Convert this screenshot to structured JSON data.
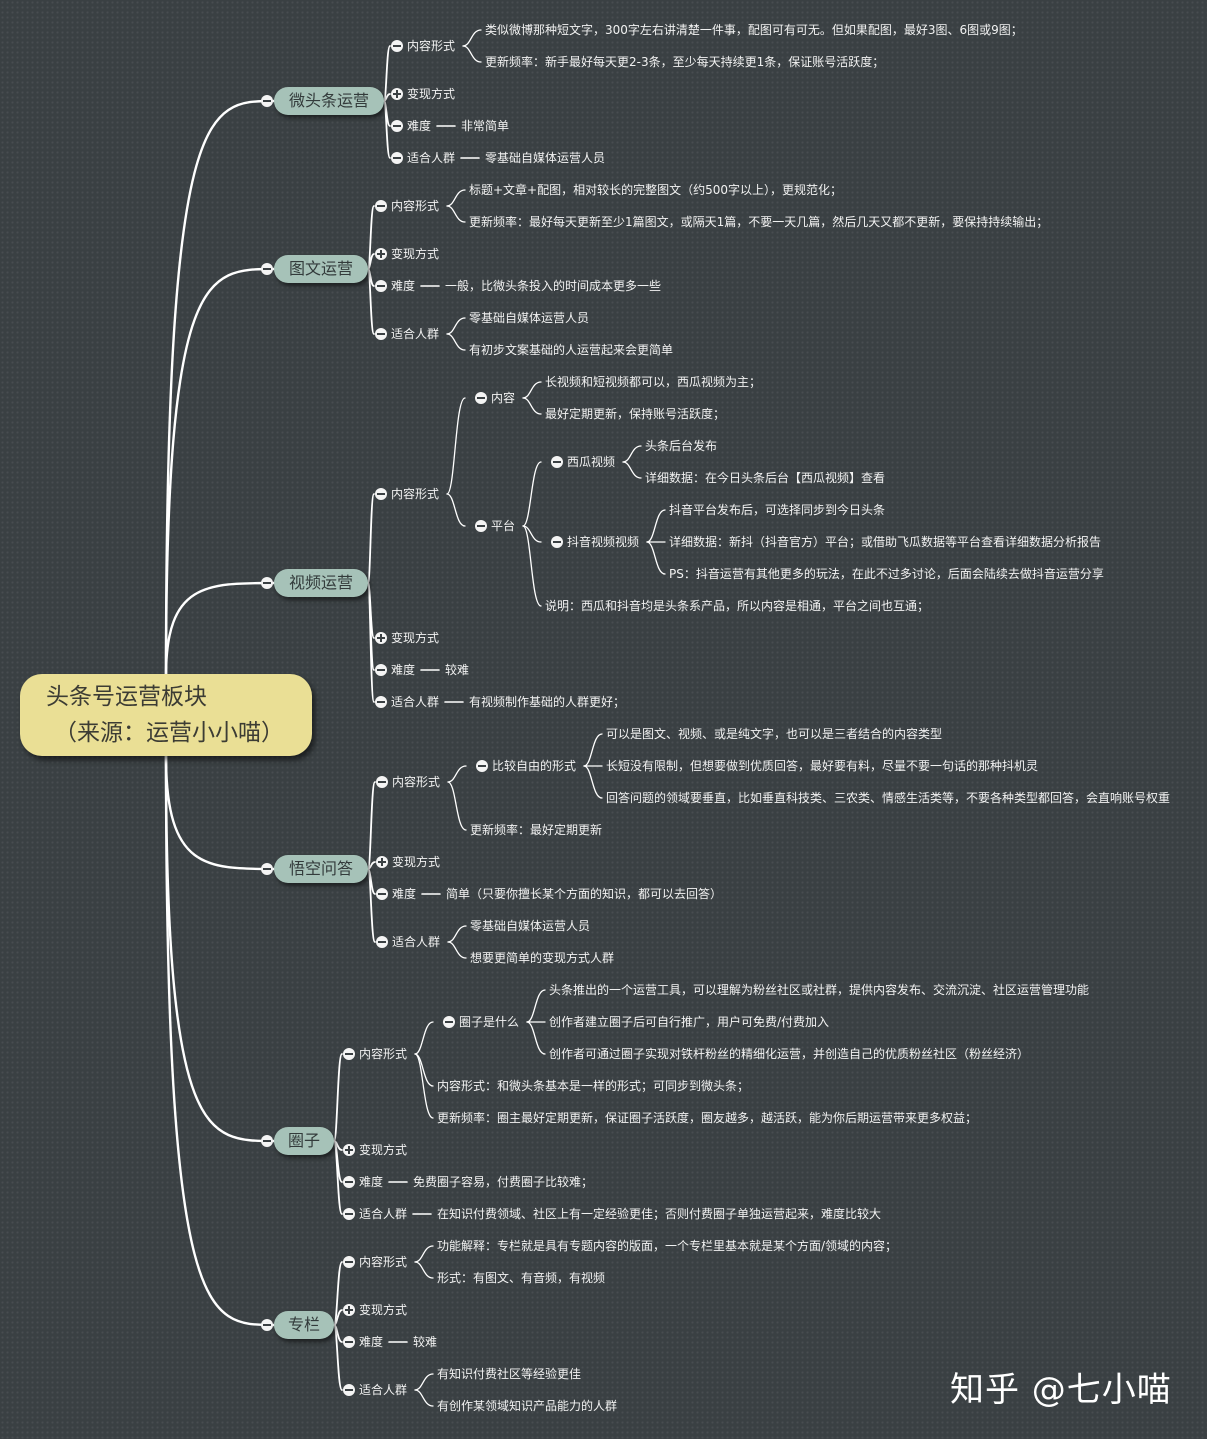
{
  "root": {
    "line1": "头条号运营板块",
    "line2": "（来源：运营小小喵）"
  },
  "watermark": "知乎 @七小喵",
  "colors": {
    "background": "#3a4043",
    "root_fill": "#eadf95",
    "branch_fill": "#a6c2b8",
    "line": "#ffffff",
    "text": "#f2f2f2"
  },
  "toggle_icons": {
    "expanded": "minus-circle-icon",
    "collapsed": "plus-circle-icon"
  },
  "branches": [
    {
      "label": "微头条运营",
      "children": [
        {
          "label": "内容形式",
          "children": [
            {
              "label": "类似微博那种短文字，300字左右讲清楚一件事，配图可有可无。但如果配图，最好3图、6图或9图；"
            },
            {
              "label": "更新频率：新手最好每天更2-3条，至少每天持续更1条，保证账号活跃度；"
            }
          ]
        },
        {
          "label": "变现方式",
          "collapsed": true
        },
        {
          "label": "难度",
          "value": "非常简单"
        },
        {
          "label": "适合人群",
          "value": "零基础自媒体运营人员"
        }
      ]
    },
    {
      "label": "图文运营",
      "children": [
        {
          "label": "内容形式",
          "children": [
            {
              "label": "标题+文章+配图，相对较长的完整图文（约500字以上），更规范化；"
            },
            {
              "label": "更新频率：最好每天更新至少1篇图文，或隔天1篇，不要一天几篇，然后几天又都不更新，要保持持续输出；"
            }
          ]
        },
        {
          "label": "变现方式",
          "collapsed": true
        },
        {
          "label": "难度",
          "value": "一般，比微头条投入的时间成本更多一些"
        },
        {
          "label": "适合人群",
          "children": [
            {
              "label": "零基础自媒体运营人员"
            },
            {
              "label": "有初步文案基础的人运营起来会更简单"
            }
          ]
        }
      ]
    },
    {
      "label": "视频运营",
      "children": [
        {
          "label": "内容形式",
          "children": [
            {
              "label": "内容",
              "children": [
                {
                  "label": "长视频和短视频都可以，西瓜视频为主；"
                },
                {
                  "label": "最好定期更新，保持账号活跃度；"
                }
              ]
            },
            {
              "label": "平台",
              "children": [
                {
                  "label": "西瓜视频",
                  "children": [
                    {
                      "label": "头条后台发布"
                    },
                    {
                      "label": "详细数据：在今日头条后台【西瓜视频】查看"
                    }
                  ]
                },
                {
                  "label": "抖音视频视频",
                  "children": [
                    {
                      "label": "抖音平台发布后，可选择同步到今日头条"
                    },
                    {
                      "label": "详细数据：新抖（抖音官方）平台；或借助飞瓜数据等平台查看详细数据分析报告"
                    },
                    {
                      "label": "PS：抖音运营有其他更多的玩法，在此不过多讨论，后面会陆续去做抖音运营分享"
                    }
                  ]
                },
                {
                  "label": "说明：西瓜和抖音均是头条系产品，所以内容是相通，平台之间也互通；"
                }
              ]
            }
          ]
        },
        {
          "label": "变现方式",
          "collapsed": true
        },
        {
          "label": "难度",
          "value": "较难"
        },
        {
          "label": "适合人群",
          "value": "有视频制作基础的人群更好；"
        }
      ]
    },
    {
      "label": "悟空问答",
      "children": [
        {
          "label": "内容形式",
          "children": [
            {
              "label": "比较自由的形式",
              "children": [
                {
                  "label": "可以是图文、视频、或是纯文字，也可以是三者结合的内容类型"
                },
                {
                  "label": "长短没有限制，但想要做到优质回答，最好要有料，尽量不要一句话的那种抖机灵"
                },
                {
                  "label": "回答问题的领域要垂直，比如垂直科技类、三农类、情感生活类等，不要各种类型都回答，会直响账号权重"
                }
              ]
            },
            {
              "label": "更新频率：最好定期更新"
            }
          ]
        },
        {
          "label": "变现方式",
          "collapsed": true
        },
        {
          "label": "难度",
          "value": "简单（只要你擅长某个方面的知识，都可以去回答）"
        },
        {
          "label": "适合人群",
          "children": [
            {
              "label": "零基础自媒体运营人员"
            },
            {
              "label": "想要更简单的变现方式人群"
            }
          ]
        }
      ]
    },
    {
      "label": "圈子",
      "children": [
        {
          "label": "内容形式",
          "children": [
            {
              "label": "圈子是什么",
              "children": [
                {
                  "label": "头条推出的一个运营工具，可以理解为粉丝社区或社群，提供内容发布、交流沉淀、社区运营管理功能"
                },
                {
                  "label": "创作者建立圈子后可自行推广，用户可免费/付费加入"
                },
                {
                  "label": "创作者可通过圈子实现对铁杆粉丝的精细化运营，并创造自己的优质粉丝社区（粉丝经济）"
                }
              ]
            },
            {
              "label": "内容形式：和微头条基本是一样的形式；可同步到微头条；"
            },
            {
              "label": "更新频率：圈主最好定期更新，保证圈子活跃度，圈友越多，越活跃，能为你后期运营带来更多权益；"
            }
          ]
        },
        {
          "label": "变现方式",
          "collapsed": true
        },
        {
          "label": "难度",
          "value": "免费圈子容易，付费圈子比较难；"
        },
        {
          "label": "适合人群",
          "value": "在知识付费领域、社区上有一定经验更佳；否则付费圈子单独运营起来，难度比较大"
        }
      ]
    },
    {
      "label": "专栏",
      "children": [
        {
          "label": "内容形式",
          "children": [
            {
              "label": "功能解释：专栏就是具有专题内容的版面，一个专栏里基本就是某个方面/领域的内容；"
            },
            {
              "label": "形式：有图文、有音频，有视频"
            }
          ]
        },
        {
          "label": "变现方式",
          "collapsed": true
        },
        {
          "label": "难度",
          "value": "较难"
        },
        {
          "label": "适合人群",
          "children": [
            {
              "label": "有知识付费社区等经验更佳"
            },
            {
              "label": "有创作某领域知识产品能力的人群"
            }
          ]
        }
      ]
    }
  ]
}
